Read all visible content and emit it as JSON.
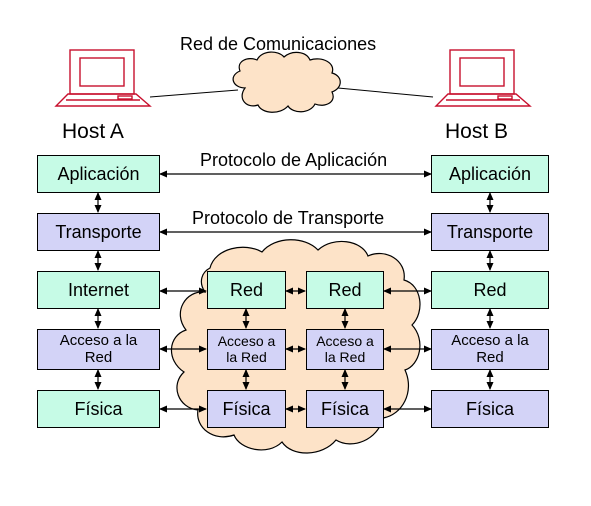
{
  "network_label": "Red de Comunicaciones",
  "hosts": {
    "a": "Host A",
    "b": "Host B"
  },
  "protocols": {
    "application": "Protocolo de Aplicación",
    "transport": "Protocolo de Transporte"
  },
  "host_a_layers": [
    "Aplicación",
    "Transporte",
    "Internet",
    "Acceso a la\nRed",
    "Física"
  ],
  "host_b_layers": [
    "Aplicación",
    "Transporte",
    "Red",
    "Acceso a la\nRed",
    "Física"
  ],
  "router_1_layers": [
    "Red",
    "Acceso a\nla Red",
    "Física"
  ],
  "router_2_layers": [
    "Red",
    "Acceso a\nla Red",
    "Física"
  ],
  "colors": {
    "application_layers": "#c6fbe6",
    "link_layers": "#d3d3f7",
    "cloud_fill": "#fde3c8",
    "computer_outline": "#c8102e"
  }
}
